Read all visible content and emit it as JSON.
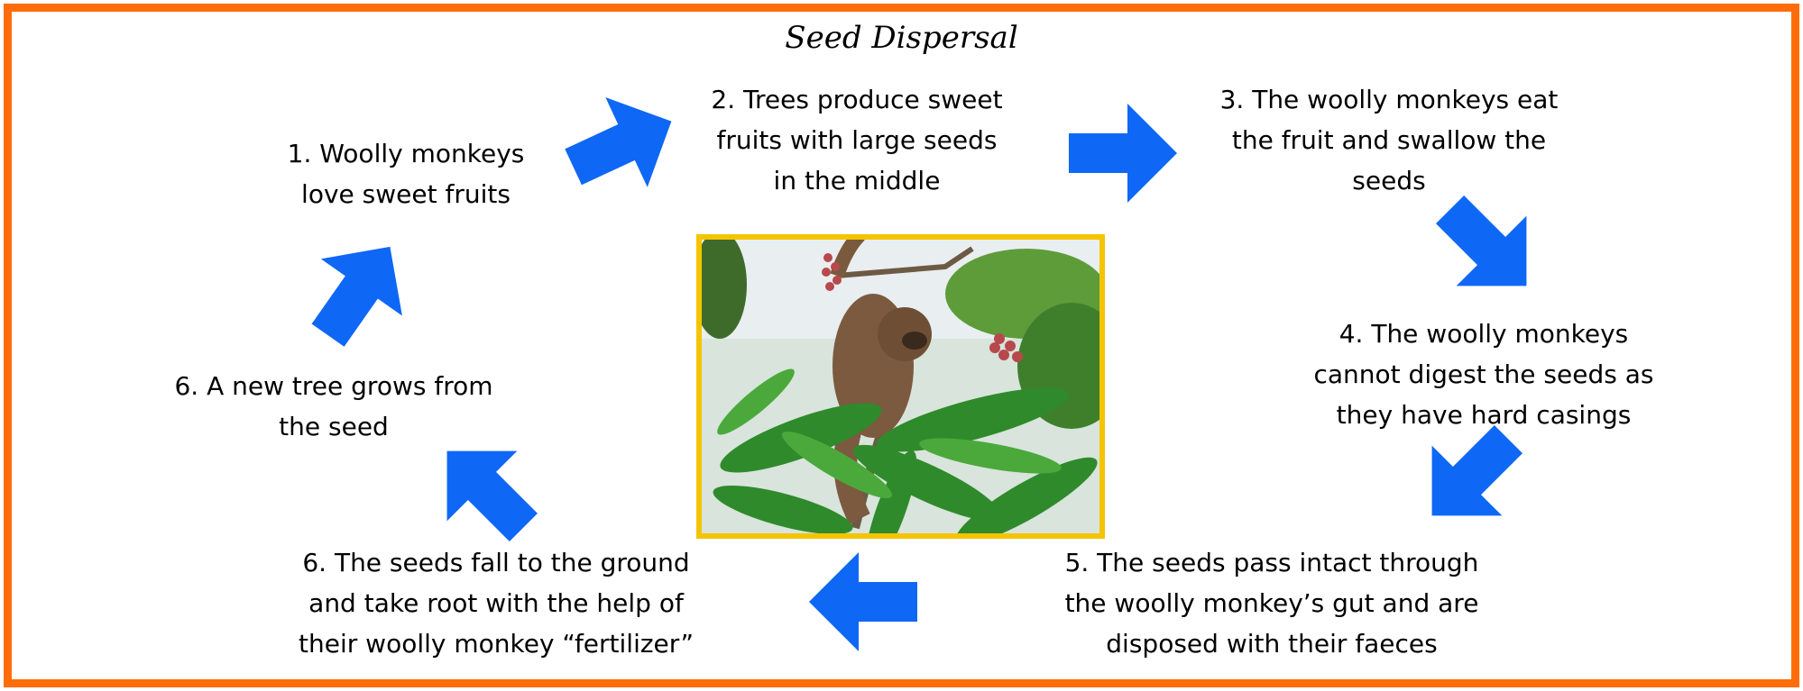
{
  "title": "Seed Dispersal",
  "steps": [
    {
      "lines": [
        "1. Woolly monkeys",
        "love sweet fruits"
      ]
    },
    {
      "lines": [
        "2. Trees produce sweet",
        "fruits with large seeds",
        "in the middle"
      ]
    },
    {
      "lines": [
        "3. The woolly monkeys eat",
        "the fruit and swallow the",
        "seeds"
      ]
    },
    {
      "lines": [
        "4. The woolly monkeys",
        "cannot digest the seeds as",
        "they have hard casings"
      ]
    },
    {
      "lines": [
        "5. The seeds pass intact through",
        "the woolly monkey’s gut and are",
        "disposed with their faeces"
      ]
    },
    {
      "lines": [
        "6. The seeds fall to the ground",
        "and take root with the help of",
        "their woolly monkey “fertilizer”"
      ]
    },
    {
      "lines": [
        "6. A new tree grows from",
        "the seed"
      ]
    }
  ],
  "photo_icon": "woolly-monkey-in-fruit-tree-photo",
  "colors": {
    "border": "#ff6d0a",
    "arrow": "#0f67f5",
    "photo_frame": "#f5c400"
  }
}
